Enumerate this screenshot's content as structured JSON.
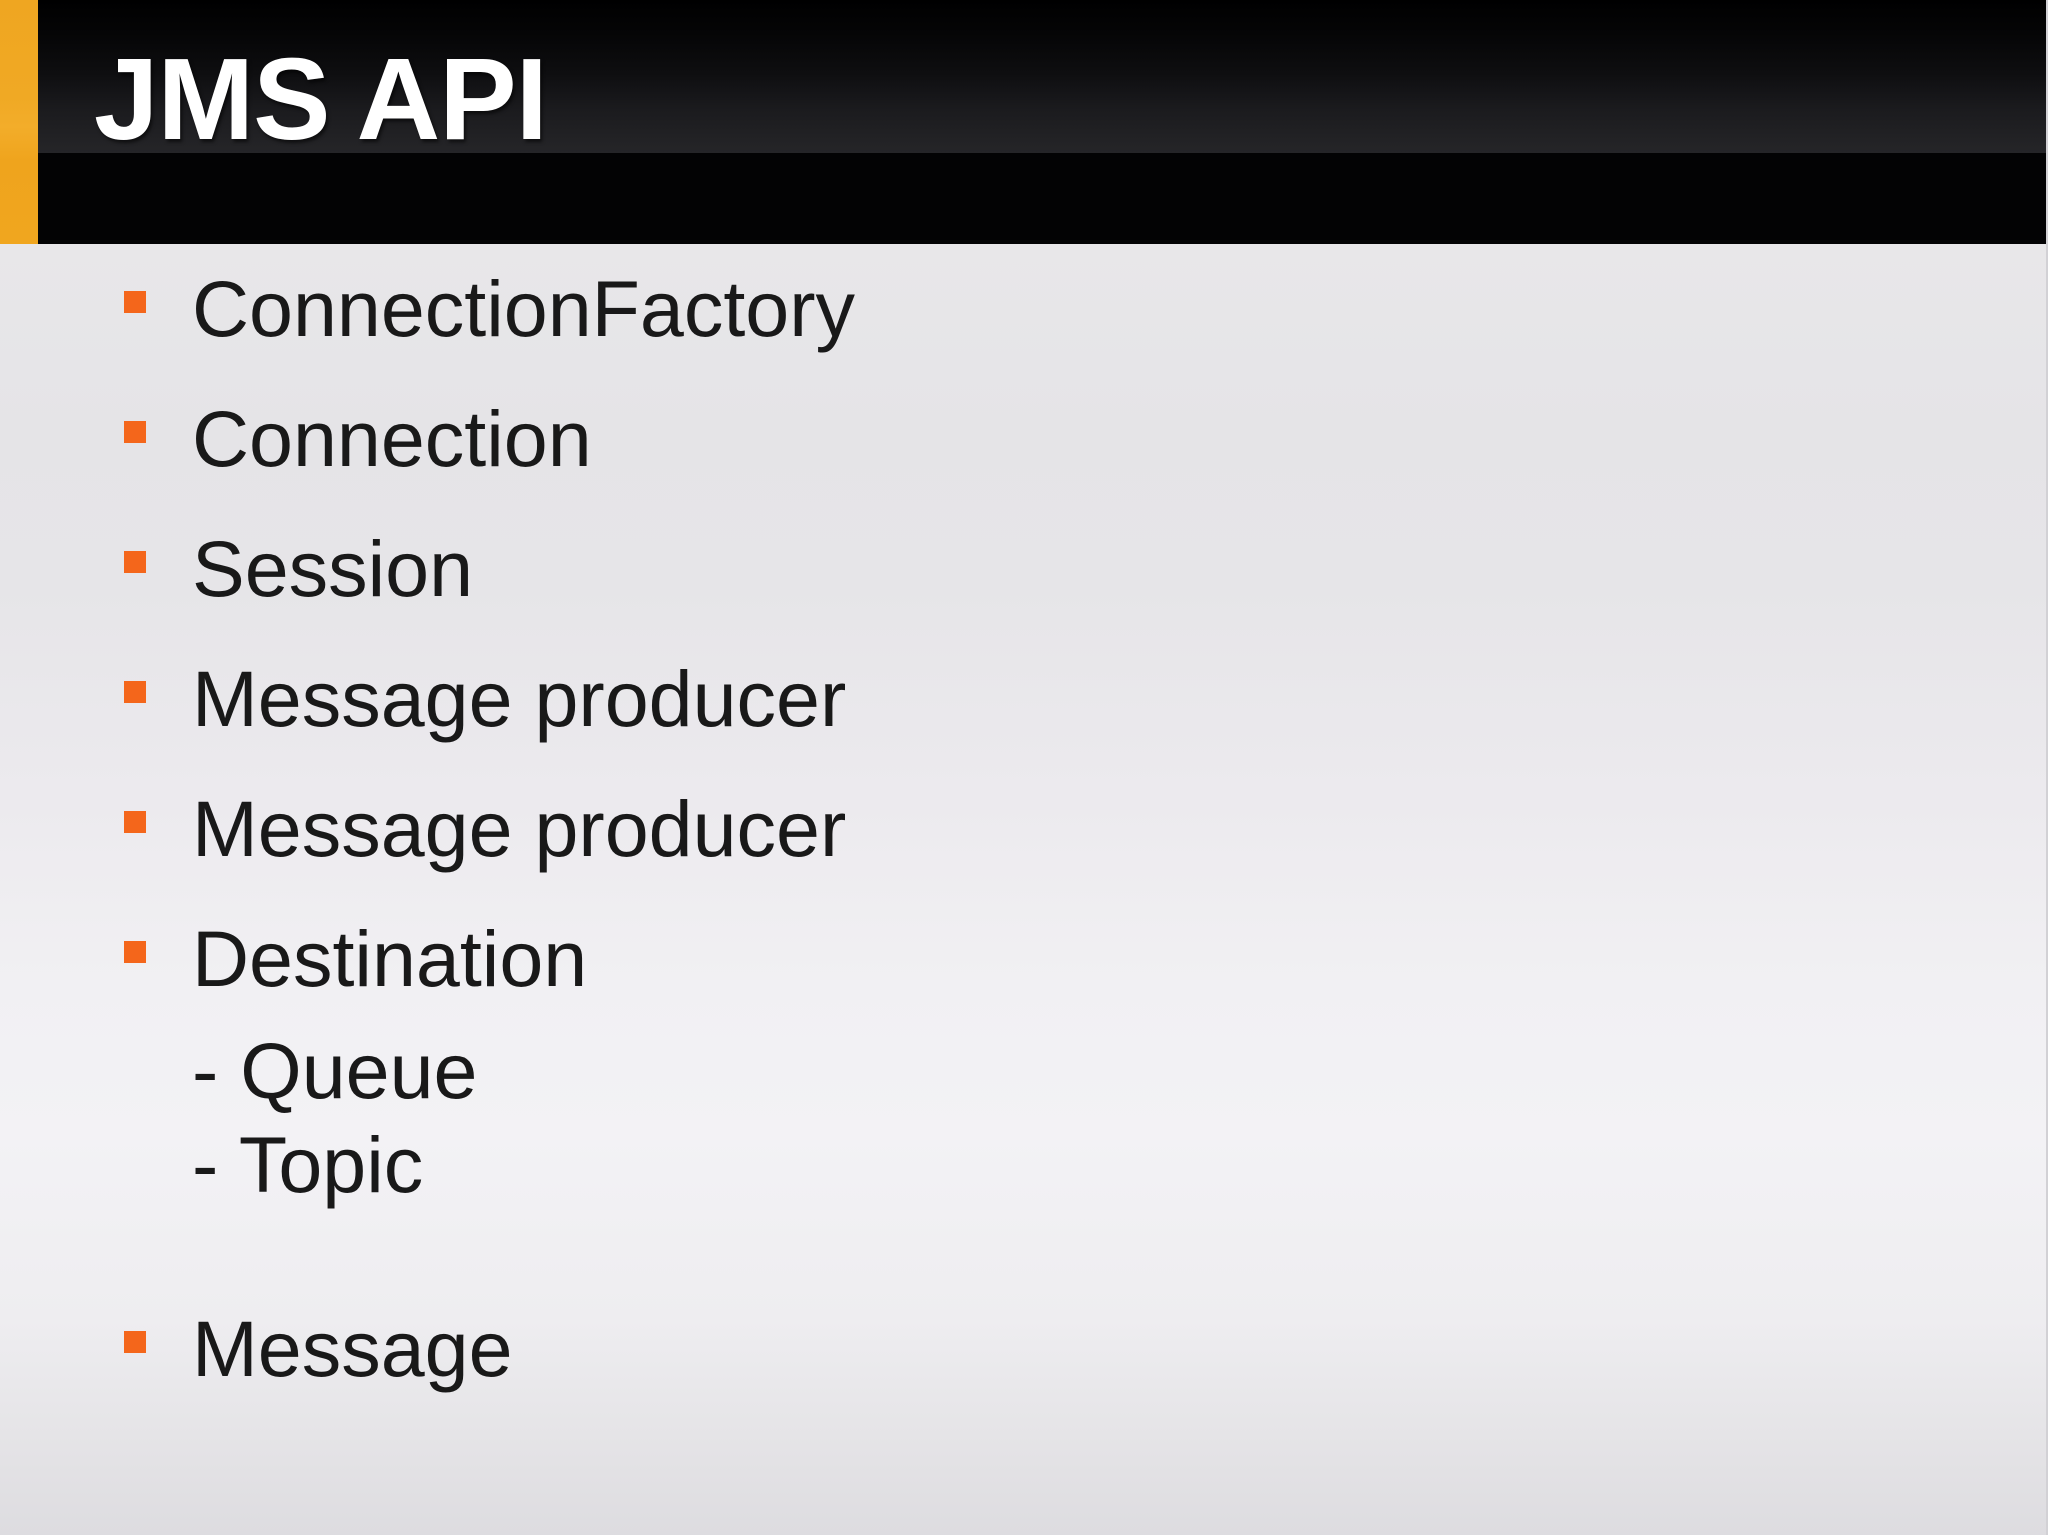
{
  "slide": {
    "title": "JMS API",
    "accent_color": "#efa621",
    "bullet_color": "#f4661b",
    "text_color": "#191919",
    "header_background": "#030304",
    "body_background": "#ececee",
    "bullets": [
      {
        "label": "ConnectionFactory",
        "subs": []
      },
      {
        "label": "Connection",
        "subs": []
      },
      {
        "label": "Session",
        "subs": []
      },
      {
        "label": "Message producer",
        "subs": []
      },
      {
        "label": "Message producer",
        "subs": []
      },
      {
        "label": "Destination",
        "subs": [
          "- Queue",
          "- Topic"
        ]
      },
      {
        "label": "Message",
        "subs": []
      }
    ]
  }
}
